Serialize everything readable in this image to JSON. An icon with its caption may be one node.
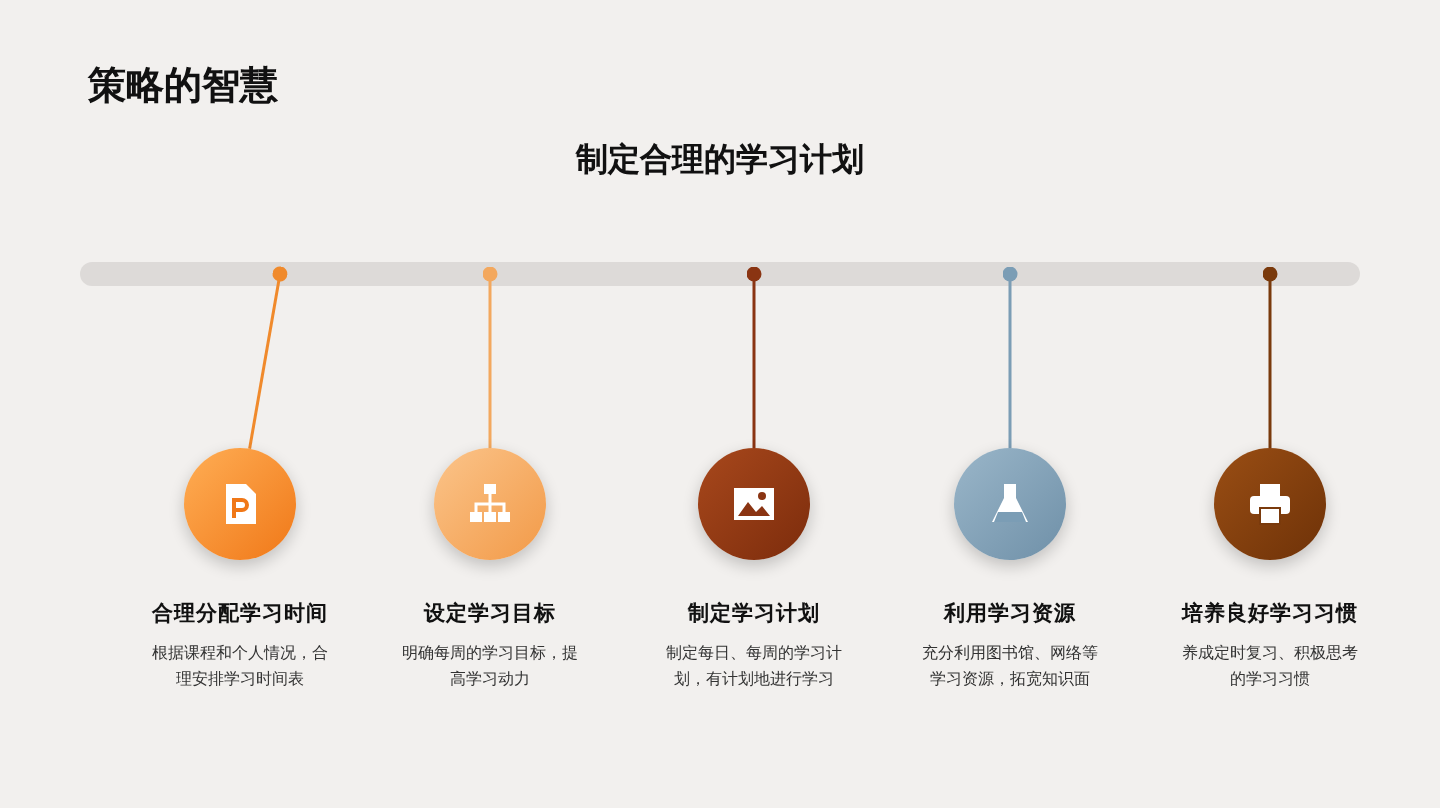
{
  "diagram": {
    "title": "策略的智慧",
    "nodes": [
      {
        "text": [],
        "shape": "bar"
      },
      {
        "text": [
          "合理分配学习时间"
        ]
      },
      {
        "text": [
          "设定学习目标"
        ]
      },
      {
        "text": [
          "制定学习计划"
        ]
      },
      {
        "text": [
          "利用学习资源"
        ]
      },
      {
        "text": [
          "培养良好学习习惯"
        ]
      }
    ],
    "edges": [
      {
        "from": 0,
        "to": 1,
        "arrow": "other",
        "color": "#f08a2c"
      },
      {
        "from": 0,
        "to": 2,
        "arrow": "other",
        "color": "#f3a85e"
      },
      {
        "from": 0,
        "to": 3,
        "arrow": "other",
        "color": "#8a3412"
      },
      {
        "from": 0,
        "to": 4,
        "arrow": "other",
        "color": "#7b9db5"
      },
      {
        "from": 0,
        "to": 5,
        "arrow": "other",
        "color": "#7a3a0c"
      }
    ],
    "labels": [
      "制定合理的学习计划",
      "根据课程和个人情况，合理安排学习时间表",
      "明确每周的学习目标，提高学习动力",
      "制定每日、每周的学习计划，有计划地进行学习",
      "充分利用图书馆、网络等学习资源，拓宽知识面",
      "养成定时复习、积极思考的学习习惯"
    ]
  }
}
